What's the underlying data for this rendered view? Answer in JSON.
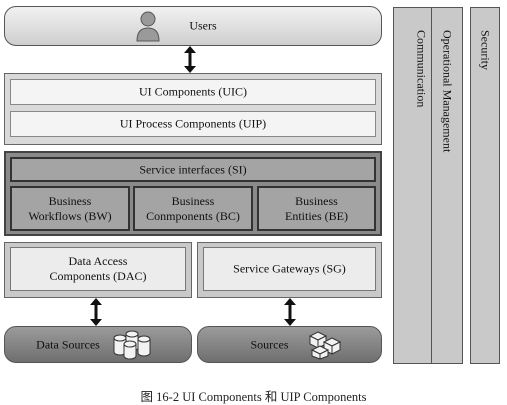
{
  "users": {
    "label": "Users"
  },
  "ui_layer": {
    "uic": "UI   Components (UIC)",
    "uip": "UI Process Components (UIP)"
  },
  "business_layer": {
    "service_interfaces": "Service interfaces (SI)",
    "workflows": {
      "line1": "Business",
      "line2": "Workflows (BW)"
    },
    "components": {
      "line1": "Business",
      "line2": "Conmponents (BC)"
    },
    "entities": {
      "line1": "Business",
      "line2": "Entities (BE)"
    }
  },
  "data_layer": {
    "dac": {
      "line1": "Data Access",
      "line2": "Components (DAC)"
    },
    "gateways": "Service Gateways (SG)"
  },
  "sources": {
    "data_sources": "Data Sources",
    "sources": "Sources"
  },
  "cross_cutting": {
    "communication": "Communication",
    "operational": "Operational Management",
    "security": "Security"
  },
  "caption": "图 16-2   UI Components  和  UIP Components",
  "colors": {
    "business_fill": "#8a8a8a",
    "ui_fill": "#d9d9d9",
    "source_fill": "#7f7f7f",
    "bar_fill": "#c9c9c9"
  },
  "icons": [
    "user-icon",
    "database-cylinders-icon",
    "cube-cluster-icon",
    "double-arrow-icon"
  ]
}
